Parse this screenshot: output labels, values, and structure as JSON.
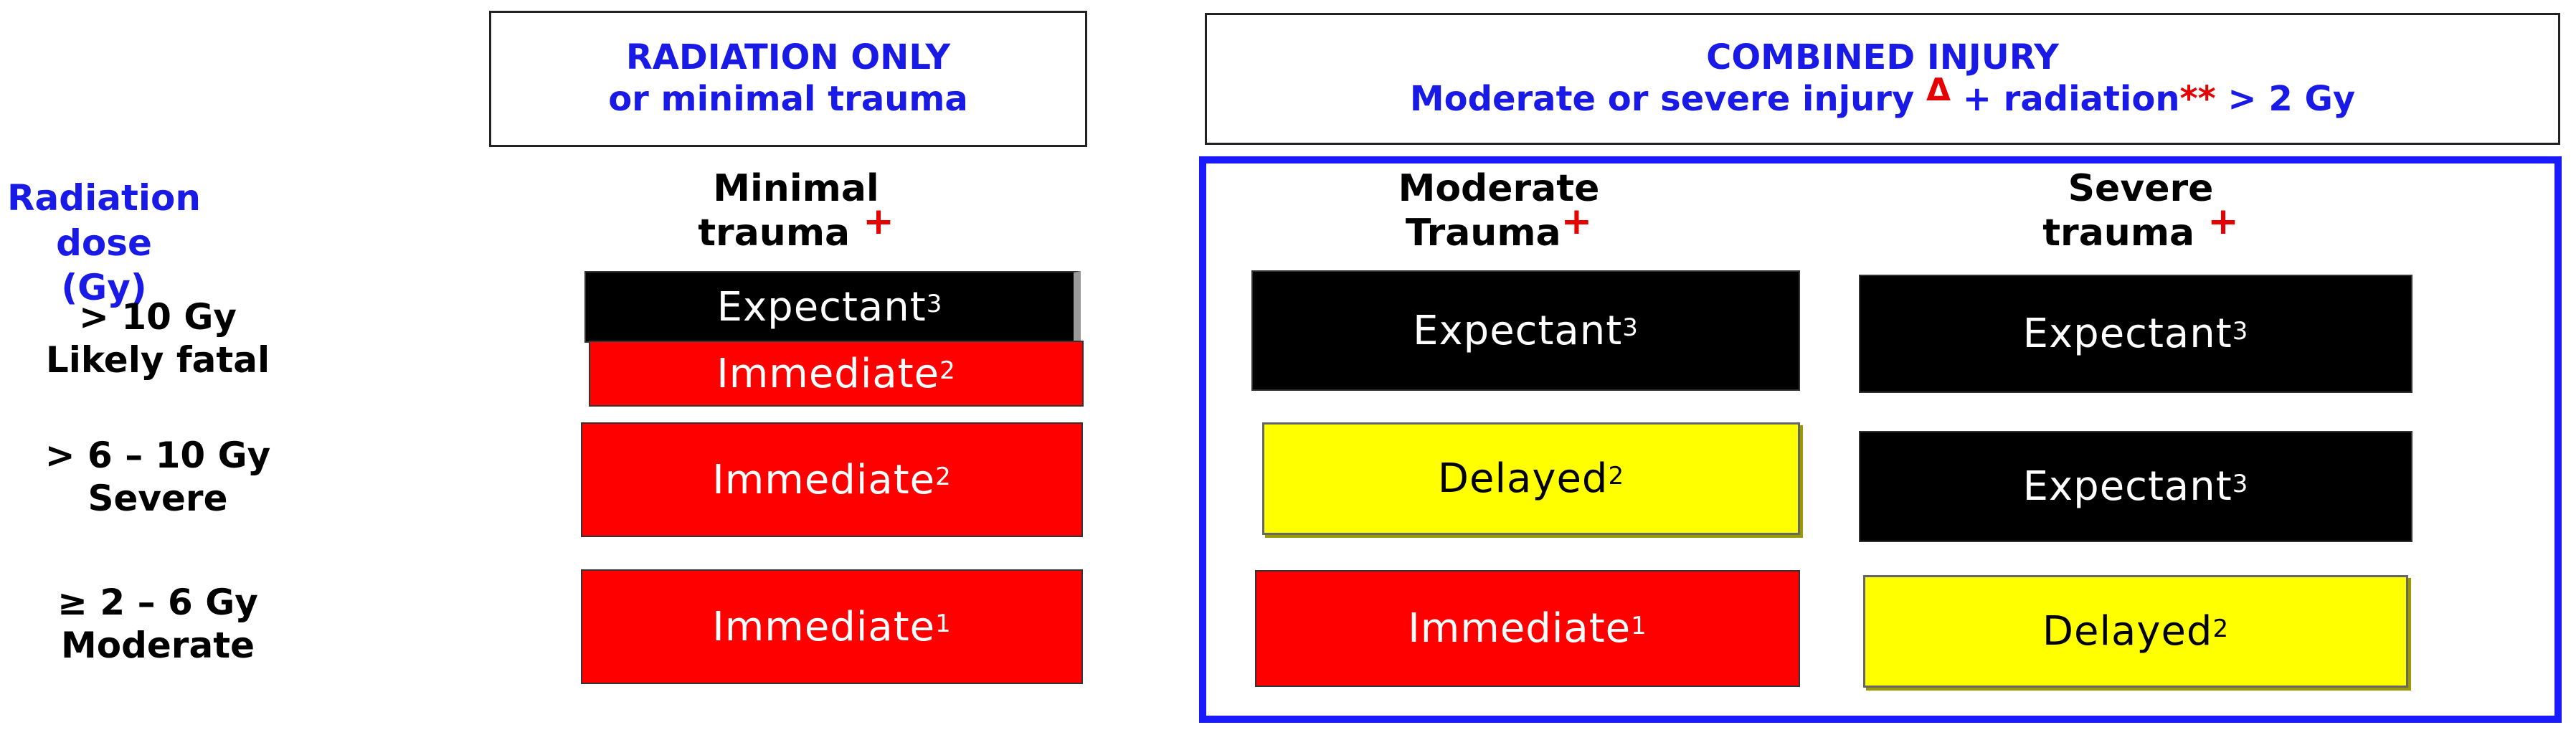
{
  "colors": {
    "expectant": "#000000",
    "immediate": "#ff0000",
    "delayed": "#ffff00",
    "header_text": "#1a1ae6",
    "frame": "#1a1aff",
    "marker": "#e60000"
  },
  "headers": {
    "radiation_only": {
      "line1": "RADIATION ONLY",
      "line2": "or minimal trauma"
    },
    "combined": {
      "line1": "COMBINED INJURY",
      "line2_a": "Moderate or severe injury",
      "triangle": "Δ",
      "line2_b": "+  radiation",
      "stars": "**",
      "line2_c": "> 2 Gy"
    }
  },
  "dose_title": {
    "line1": "Radiation dose",
    "line2": "(Gy)"
  },
  "dose_rows": [
    {
      "line1": "> 10 Gy",
      "line2": "Likely fatal"
    },
    {
      "line1": "> 6 – 10 Gy",
      "line2": "Severe"
    },
    {
      "line1": "≥ 2 – 6 Gy",
      "line2": "Moderate"
    }
  ],
  "columns": {
    "minimal": {
      "line1": "Minimal",
      "line2": "trauma",
      "mark": "+"
    },
    "moderate": {
      "line1": "Moderate",
      "line2": "Trauma",
      "mark": "+"
    },
    "severe": {
      "line1": "Severe",
      "line2": "trauma",
      "mark": "+"
    }
  },
  "cells": {
    "minimal_10_top": {
      "label": "Expectant",
      "sup": "3"
    },
    "minimal_10_bottom": {
      "label": "Immediate",
      "sup": "2"
    },
    "minimal_6": {
      "label": "Immediate",
      "sup": "2"
    },
    "minimal_2": {
      "label": "Immediate",
      "sup": "1"
    },
    "moderate_10": {
      "label": "Expectant",
      "sup": "3"
    },
    "moderate_6": {
      "label": "Delayed",
      "sup": "2"
    },
    "moderate_2": {
      "label": "Immediate",
      "sup": "1"
    },
    "severe_10": {
      "label": "Expectant",
      "sup": "3"
    },
    "severe_6": {
      "label": "Expectant",
      "sup": "3"
    },
    "severe_2": {
      "label": "Delayed",
      "sup": "2"
    }
  }
}
